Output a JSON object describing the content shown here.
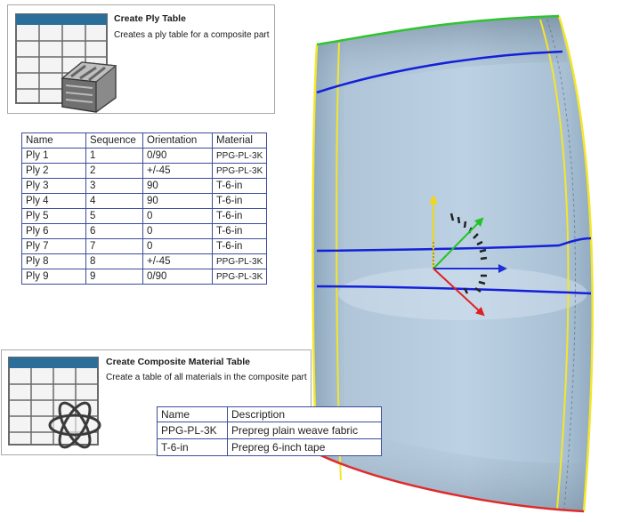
{
  "ply_tip": {
    "title": "Create Ply Table",
    "description": "Creates a ply table for a composite part",
    "icon": "ply-table-icon"
  },
  "ply_table": {
    "headers": [
      "Name",
      "Sequence",
      "Orientation",
      "Material"
    ],
    "rows": [
      [
        "Ply 1",
        "1",
        "0/90",
        "PPG-PL-3K"
      ],
      [
        "Ply 2",
        "2",
        "+/-45",
        "PPG-PL-3K"
      ],
      [
        "Ply 3",
        "3",
        "90",
        "T-6-in"
      ],
      [
        "Ply 4",
        "4",
        "90",
        "T-6-in"
      ],
      [
        "Ply 5",
        "5",
        "0",
        "T-6-in"
      ],
      [
        "Ply 6",
        "6",
        "0",
        "T-6-in"
      ],
      [
        "Ply 7",
        "7",
        "0",
        "T-6-in"
      ],
      [
        "Ply 8",
        "8",
        "+/-45",
        "PPG-PL-3K"
      ],
      [
        "Ply 9",
        "9",
        "0/90",
        "PPG-PL-3K"
      ]
    ]
  },
  "material_tip": {
    "title": "Create Composite Material Table",
    "description": "Create a table of all materials in the composite part",
    "icon": "material-table-icon"
  },
  "material_table": {
    "headers": [
      "Name",
      "Description"
    ],
    "rows": [
      [
        "PPG-PL-3K",
        "Prepreg plain weave fabric"
      ],
      [
        "T-6-in",
        "Prepreg 6-inch tape"
      ]
    ]
  },
  "part_view": {
    "surface_color": "#b7cde0",
    "edge_color": "#f4e62a",
    "top_edge_color": "#2fc42f",
    "bottom_edge_color": "#e02a2a",
    "ply_boundary_color": "#1420d8"
  }
}
